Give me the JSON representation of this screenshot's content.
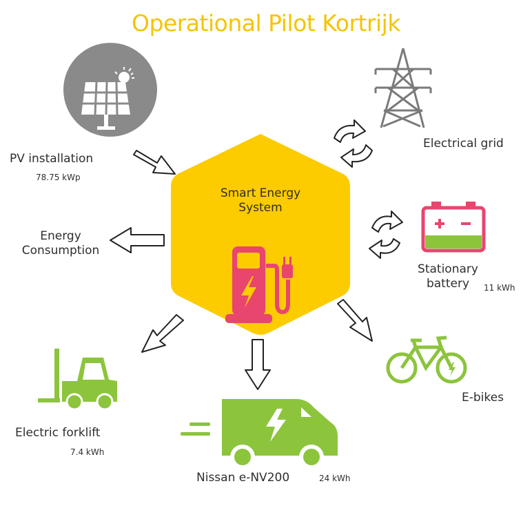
{
  "title": "Operational Pilot Kortrijk",
  "hub": {
    "line1": "Smart Energy",
    "line2": "System"
  },
  "nodes": {
    "pv": {
      "label": "PV installation",
      "value": "78.75 kWp"
    },
    "consumption": {
      "line1": "Energy",
      "line2": "Consumption"
    },
    "grid": {
      "label": "Electrical grid"
    },
    "battery": {
      "line1": "Stationary",
      "line2": "battery",
      "value": "11 kWh"
    },
    "forklift": {
      "label": "Electric forklift",
      "value": "7.4 kWh"
    },
    "van": {
      "label": "Nissan e-NV200",
      "value": "24 kWh"
    },
    "ebikes": {
      "label": "E-bikes"
    }
  },
  "colors": {
    "title": "#f5c400",
    "hub": "#fccb00",
    "charger": "#e8456f",
    "green": "#8cc43c",
    "grey": "#8a8a8a",
    "dark_grey": "#7a7a7a"
  }
}
